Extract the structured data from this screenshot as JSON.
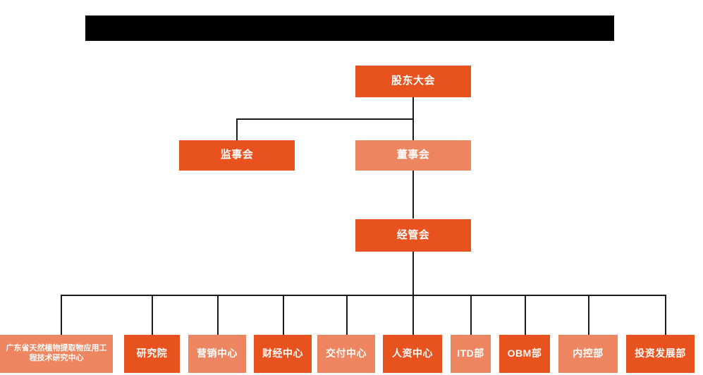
{
  "chart_data": {
    "type": "diagram",
    "diagram_kind": "organizational-chart",
    "title": "",
    "colors": {
      "primary": "#E8521F",
      "secondary": "#EC8560",
      "connector": "#1a1a1a",
      "redaction": "#000000",
      "background": "#ffffff",
      "text": "#ffffff"
    },
    "levels": [
      {
        "level": 1,
        "nodes": [
          "shareholders_meeting"
        ]
      },
      {
        "level": 2,
        "nodes": [
          "board_of_supervisors",
          "board_of_directors"
        ]
      },
      {
        "level": 3,
        "nodes": [
          "management_committee"
        ]
      },
      {
        "level": 4,
        "nodes": [
          "research_center_gd",
          "research_institute",
          "marketing_center",
          "finance_center",
          "delivery_center",
          "hr_center",
          "itd_dept",
          "obm_dept",
          "internal_control_dept",
          "investment_dev_dept"
        ]
      }
    ],
    "edges": [
      {
        "from": "shareholders_meeting",
        "to": "board_of_supervisors"
      },
      {
        "from": "shareholders_meeting",
        "to": "board_of_directors"
      },
      {
        "from": "board_of_directors",
        "to": "management_committee"
      },
      {
        "from": "management_committee",
        "to": "research_center_gd"
      },
      {
        "from": "management_committee",
        "to": "research_institute"
      },
      {
        "from": "management_committee",
        "to": "marketing_center"
      },
      {
        "from": "management_committee",
        "to": "finance_center"
      },
      {
        "from": "management_committee",
        "to": "delivery_center"
      },
      {
        "from": "management_committee",
        "to": "hr_center"
      },
      {
        "from": "management_committee",
        "to": "itd_dept"
      },
      {
        "from": "management_committee",
        "to": "obm_dept"
      },
      {
        "from": "management_committee",
        "to": "internal_control_dept"
      },
      {
        "from": "management_committee",
        "to": "investment_dev_dept"
      }
    ]
  },
  "header": {
    "redacted_title": ""
  },
  "nodes": {
    "shareholders_meeting": {
      "label": "股东大会",
      "style": "primary"
    },
    "board_of_supervisors": {
      "label": "监事会",
      "style": "primary"
    },
    "board_of_directors": {
      "label": "董事会",
      "style": "secondary"
    },
    "management_committee": {
      "label": "经管会",
      "style": "primary"
    },
    "research_center_gd": {
      "label": "广东省天然植物提取物应用工程技术研究中心",
      "style": "secondary"
    },
    "research_institute": {
      "label": "研究院",
      "style": "primary"
    },
    "marketing_center": {
      "label": "营销中心",
      "style": "secondary"
    },
    "finance_center": {
      "label": "财经中心",
      "style": "primary"
    },
    "delivery_center": {
      "label": "交付中心",
      "style": "secondary"
    },
    "hr_center": {
      "label": "人资中心",
      "style": "primary"
    },
    "itd_dept": {
      "label": "ITD部",
      "style": "secondary"
    },
    "obm_dept": {
      "label": "OBM部",
      "style": "primary"
    },
    "internal_control_dept": {
      "label": "内控部",
      "style": "secondary"
    },
    "investment_dev_dept": {
      "label": "投资发展部",
      "style": "primary"
    }
  }
}
